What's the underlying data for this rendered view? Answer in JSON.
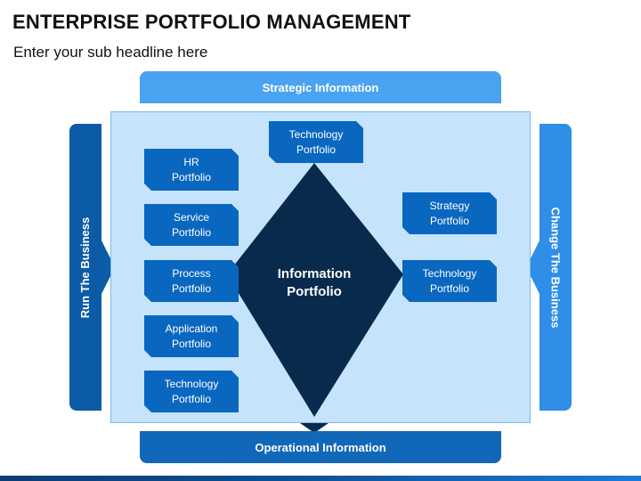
{
  "header": {
    "title": "ENTERPRISE PORTFOLIO MANAGEMENT",
    "subtitle": "Enter your sub headline here"
  },
  "bands": {
    "top": "Strategic Information",
    "bottom": "Operational Information",
    "left": "Run The Business",
    "right": "Change The Business"
  },
  "center": {
    "line1": "Information",
    "line2": "Portfolio"
  },
  "boxes": {
    "top": [
      "Technology",
      "Portfolio"
    ],
    "left": [
      [
        "HR",
        "Portfolio"
      ],
      [
        "Service",
        "Portfolio"
      ],
      [
        "Process",
        "Portfolio"
      ],
      [
        "Application",
        "Portfolio"
      ],
      [
        "Technology",
        "Portfolio"
      ]
    ],
    "right": [
      [
        "Strategy",
        "Portfolio"
      ],
      [
        "Technology",
        "Portfolio"
      ]
    ]
  },
  "colors": {
    "diamond": "#082a4d",
    "box": "#0a67c0",
    "panel": "#c5e3fb",
    "band_top": "#4aa3f0",
    "band_bottom": "#1168b8",
    "band_left": "#0b5ba6",
    "band_right": "#2f8ee6"
  }
}
